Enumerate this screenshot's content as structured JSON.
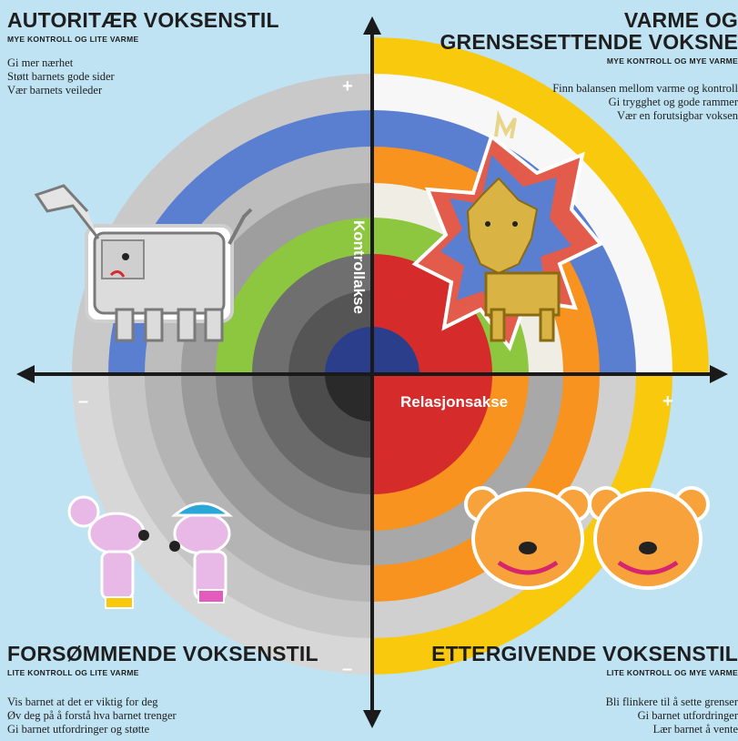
{
  "quadrants": {
    "top_left": {
      "title": "AUTORITÆR VOKSENSTIL",
      "subtitle": "MYE KONTROLL OG LITE VARME",
      "tips": [
        "Gi mer nærhet",
        "Støtt barnets gode sider",
        "Vær barnets veileder"
      ]
    },
    "top_right": {
      "title_line1": "VARME OG",
      "title_line2": "GRENSESETTENDE VOKSNE",
      "subtitle": "MYE KONTROLL OG MYE VARME",
      "tips": [
        "Finn balansen mellom varme og kontroll",
        "Gi trygghet og gode rammer",
        "Vær en forutsigbar voksen"
      ]
    },
    "bottom_left": {
      "title": "FORSØMMENDE VOKSENSTIL",
      "subtitle": "LITE KONTROLL OG LITE VARME",
      "tips": [
        "Vis barnet at det er viktig for deg",
        "Øv deg på å forstå hva barnet trenger",
        "Gi barnet utfordringer og støtte"
      ]
    },
    "bottom_right": {
      "title": "ETTERGIVENDE VOKSENSTIL",
      "subtitle": "LITE KONTROLL OG MYE VARME",
      "tips": [
        "Bli flinkere til å sette grenser",
        "Gi barnet utfordringer",
        "Lær barnet å vente"
      ]
    }
  },
  "axes": {
    "vertical_label": "Kontrollakse",
    "horizontal_label": "Relasjonsakse",
    "plus_sign": "+",
    "minus_sign": "–"
  },
  "colors": {
    "background": "#bfe3f3",
    "yellow": "#f9c90e",
    "blue": "#5b7fd0",
    "orange": "#f7931e",
    "green": "#8dc63f",
    "red": "#d62b2b",
    "navy": "#2b3e8c"
  },
  "characters": [
    "elephant-illustration",
    "lion-illustration",
    "mice-illustration",
    "bears-illustration"
  ]
}
